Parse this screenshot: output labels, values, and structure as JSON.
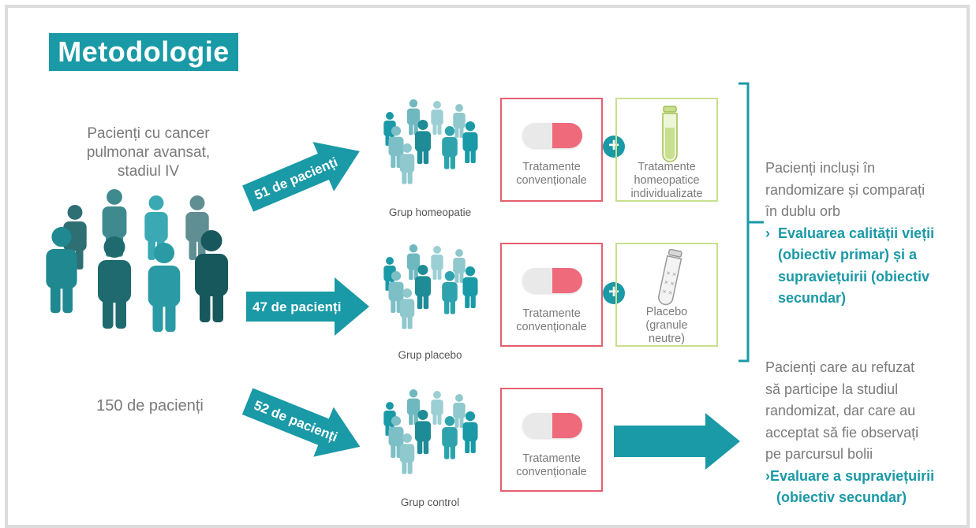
{
  "title": "Metodologie",
  "source_group": {
    "label_lines": [
      "Pacienți cu cancer",
      "pulmonar avansat,",
      "stadiul IV"
    ],
    "total": "150 de pacienți"
  },
  "arms": [
    {
      "count_label": "51 de pacienți",
      "group_label": "Grup homeopatie",
      "box1": [
        "Tratamente",
        "convenționale"
      ],
      "box2": [
        "Tratamente",
        "homeopatice",
        "individualizate"
      ]
    },
    {
      "count_label": "47 de pacienți",
      "group_label": "Grup placebo",
      "box1": [
        "Tratamente",
        "convenționale"
      ],
      "box2": [
        "Placebo",
        "(granule",
        "neutre)"
      ]
    },
    {
      "count_label": "52 de pacienți",
      "group_label": "Grup control",
      "box1": [
        "Tratamente",
        "convenționale"
      ]
    }
  ],
  "randomized": {
    "lines": [
      "Pacienți incluși în",
      "randomizare și comparați",
      "în dublu orb"
    ],
    "outcome_lines": [
      "Evaluarea calității vieții",
      "(obiectiv primar) și a",
      "supraviețuirii (obiectiv",
      "secundar)"
    ]
  },
  "observed": {
    "lines": [
      "Pacienți care au refuzat",
      "să participe la studiul",
      "randomizat, dar care au",
      "acceptat să fie observați",
      "pe parcursul bolii"
    ],
    "outcome_lines": [
      "Evaluare a supraviețuirii",
      "(obiectiv secundar)"
    ]
  },
  "colors": {
    "teal": "#1a99a6",
    "pill_red": "#ef6a7b",
    "box_red": "#e4606f",
    "box_green": "#c7df8e",
    "text_gray": "#7a7a7a"
  },
  "icons": [
    "people-crowd-icon",
    "pill-icon",
    "plus-icon",
    "vial-icon",
    "arrow-icon",
    "bracket-icon"
  ]
}
